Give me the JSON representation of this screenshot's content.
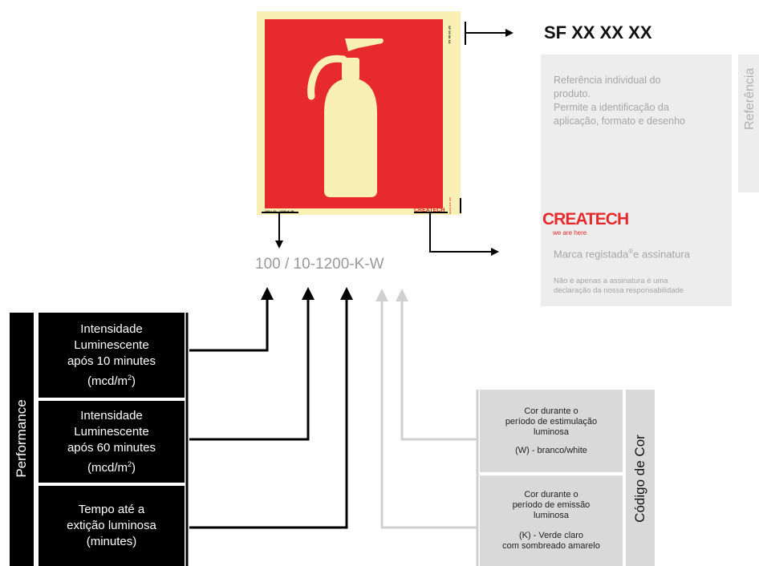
{
  "sign": {
    "side_code": "SF 00 00 XX",
    "bottom_code": "100 / 10 - 1200-K-W",
    "brand_small": "CREATECH",
    "side_small": "we are here"
  },
  "reference": {
    "code": "SF XX XX XX",
    "description": [
      "Referência individual do",
      "produto.",
      "Permite a identificação da",
      "aplicação, formato e desenho"
    ],
    "side_label": "Referência"
  },
  "brand": {
    "logo": "CREATECH",
    "tagline": "we are here",
    "title_pre": "Marca registada",
    "registered": "®",
    "title_post": "e assinatura",
    "note": [
      "Não é apenas a assinatura é uma",
      "declaração da nossa responsabilidade"
    ]
  },
  "code_string": "100 / 10-1200-K-W",
  "performance": {
    "label": "Performance",
    "items": [
      {
        "lines": [
          "Intensidade",
          "Luminescente",
          "após 10 minutes"
        ],
        "unit_pre": "(mcd/m",
        "unit_sup": "2",
        "unit_post": ")"
      },
      {
        "lines": [
          "Intensidade",
          "Luminescente",
          "após 60 minutes"
        ],
        "unit_pre": "(mcd/m",
        "unit_sup": "2",
        "unit_post": ")"
      },
      {
        "lines": [
          "Tempo até a",
          "extição luminosa",
          "(minutes)"
        ]
      }
    ]
  },
  "color_code": {
    "label": "Código de Cor",
    "items": [
      {
        "lines": [
          "Cor durante o",
          "período de estimulação",
          "luminosa"
        ],
        "value": [
          "(W) - branco/white"
        ]
      },
      {
        "lines": [
          "Cor durante o",
          "período de emissão",
          "luminosa"
        ],
        "value": [
          "(K) - Verde claro",
          "com sombreado amarelo"
        ]
      }
    ]
  },
  "colors": {
    "sign_red": "#e62a2d",
    "sign_glow": "#f8f0b4",
    "arrow_black": "#000000",
    "arrow_gray": "#d0d0d0"
  }
}
